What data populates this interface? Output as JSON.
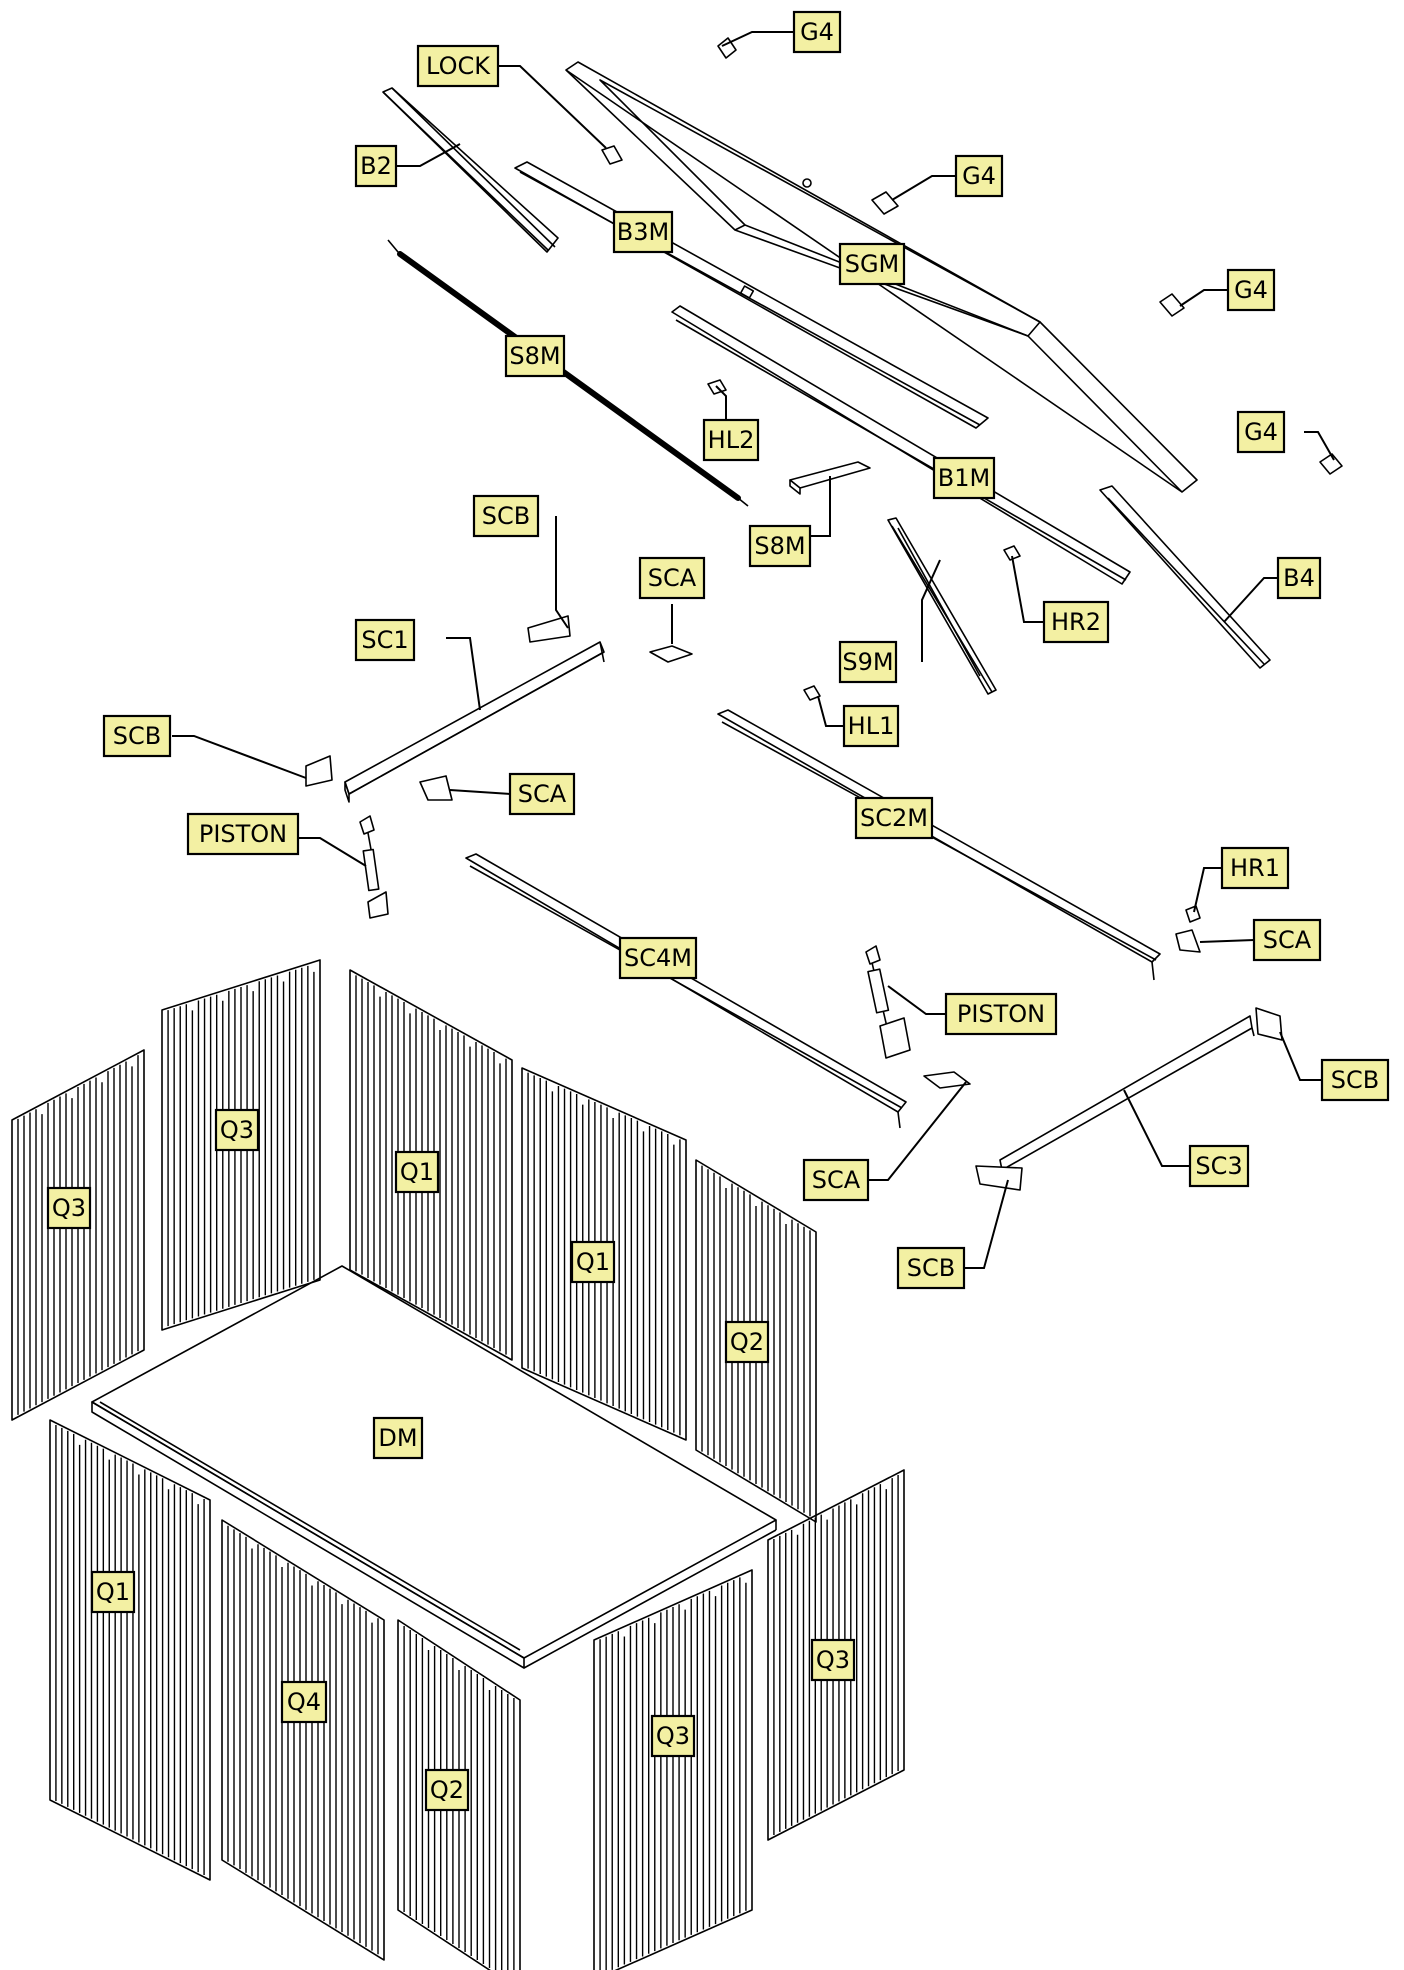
{
  "labels": {
    "g4_top": "G4",
    "lock": "LOCK",
    "b2": "B2",
    "g4_mid": "G4",
    "b3m": "B3M",
    "sgm": "SGM",
    "g4_right": "G4",
    "s8m_rod": "S8M",
    "hl2": "HL2",
    "g4_low": "G4",
    "b1m": "B1M",
    "scb_top": "SCB",
    "s8m_bracket": "S8M",
    "sca_top": "SCA",
    "b4": "B4",
    "hr2": "HR2",
    "sc1": "SC1",
    "s9m": "S9M",
    "hl1": "HL1",
    "scb_left": "SCB",
    "sca_left": "SCA",
    "sc2m": "SC2M",
    "piston_left": "PISTON",
    "hr1": "HR1",
    "sca_right": "SCA",
    "sc4m": "SC4M",
    "piston_right": "PISTON",
    "scb_right": "SCB",
    "sc3": "SC3",
    "sca_bottom": "SCA",
    "scb_bottom": "SCB",
    "q3_back_left": "Q3",
    "q3_far_left": "Q3",
    "q1_back_mid": "Q1",
    "q1_back_right": "Q1",
    "q2_back": "Q2",
    "dm": "DM",
    "q1_front_left": "Q1",
    "q4_front": "Q4",
    "q2_front": "Q2",
    "q3_front_right": "Q3",
    "q3_side_right": "Q3"
  }
}
